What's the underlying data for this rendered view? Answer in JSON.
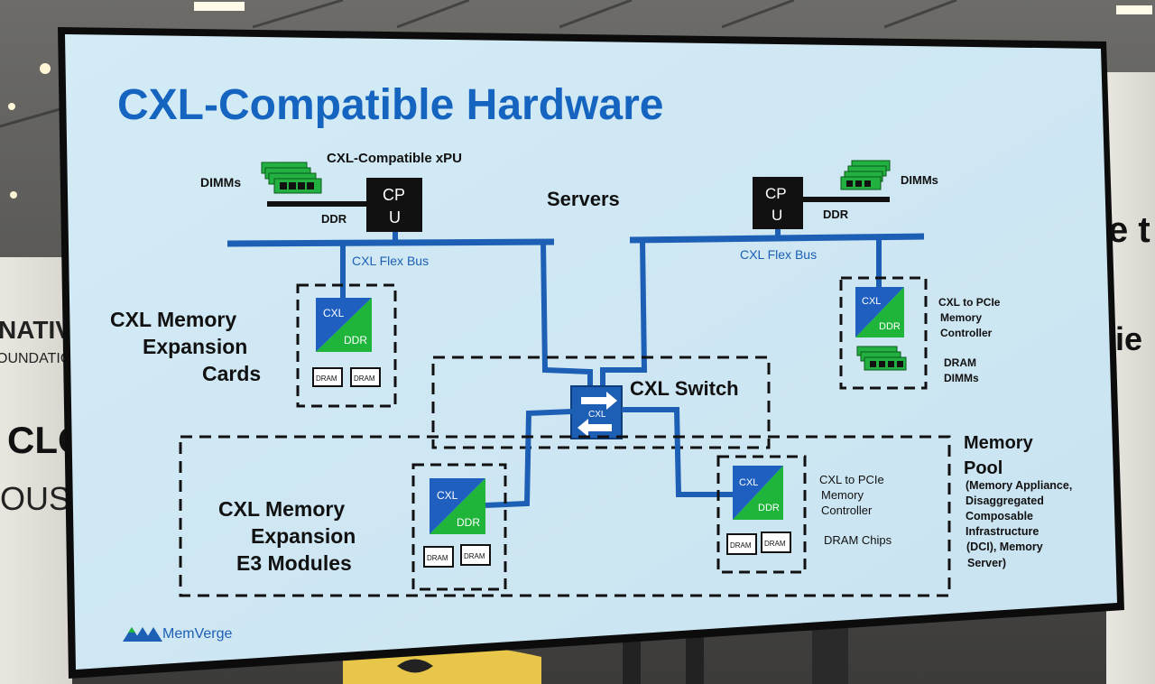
{
  "slide": {
    "title": "CXL-Compatible Hardware",
    "servers_label": "Servers",
    "xpu_label": "CXL-Compatible xPU",
    "left_server": {
      "dimms": "DIMMs",
      "ddr": "DDR",
      "cpu_line1": "CP",
      "cpu_line2": "U",
      "bus": "CXL Flex Bus"
    },
    "right_server": {
      "dimms": "DIMMs",
      "ddr": "DDR",
      "cpu_line1": "CP",
      "cpu_line2": "U",
      "bus": "CXL Flex Bus"
    },
    "cards": {
      "line1": "CXL Memory",
      "line2": "Expansion",
      "line3": "Cards",
      "chip_top": "CXL",
      "chip_bottom": "DDR",
      "dram": "DRAM"
    },
    "right_controller": {
      "chip_top": "CXL",
      "chip_bottom": "DDR",
      "line1": "CXL to PCIe",
      "line2": "Memory",
      "line3": "Controller",
      "dimms_line1": "DRAM",
      "dimms_line2": "DIMMs"
    },
    "switch": {
      "label": "CXL Switch",
      "chip": "CXL"
    },
    "e3": {
      "line1": "CXL Memory",
      "line2": "Expansion",
      "line3": "E3 Modules",
      "chip_top": "CXL",
      "chip_bottom": "DDR",
      "dram": "DRAM"
    },
    "pool_controller": {
      "chip_top": "CXL",
      "chip_bottom": "DDR",
      "line1": "CXL to PCIe",
      "line2": "Memory",
      "line3": "Controller",
      "chips": "DRAM Chips",
      "dram": "DRAM"
    },
    "pool": {
      "title1": "Memory",
      "title2": "Pool",
      "desc1": "(Memory Appliance,",
      "desc2": "Disaggregated",
      "desc3": "Composable",
      "desc4": "Infrastructure",
      "desc5": "(DCI), Memory",
      "desc6": "Server)"
    },
    "logo": "MemVerge"
  },
  "background": {
    "left_banner1": "NATIVE",
    "left_banner2": "OUNDATION",
    "left_banner3": "CLO",
    "left_banner4": "OUS",
    "right_banner1": "e t",
    "right_banner2": "ie"
  },
  "colors": {
    "screen": "#d6ecf6",
    "title_blue": "#1464c0",
    "bus_blue": "#1c5fb4",
    "chip_blue": "#1f5fc0",
    "chip_green": "#1fb53a",
    "ink": "#111111"
  }
}
